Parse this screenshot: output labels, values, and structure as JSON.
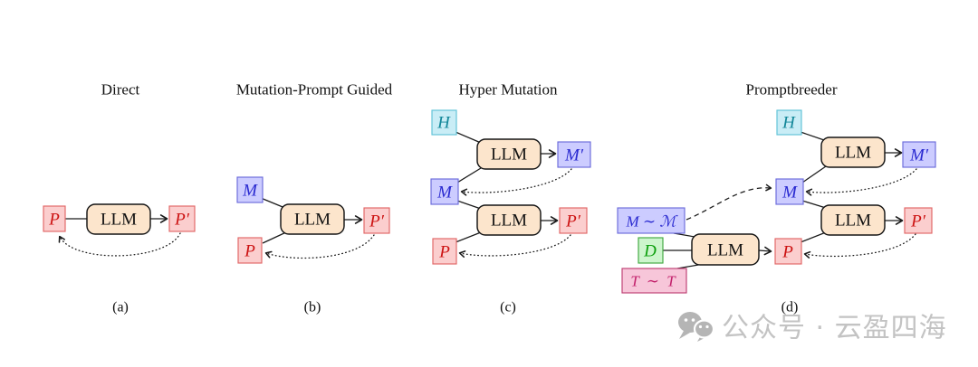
{
  "panels": [
    {
      "id": "a",
      "title": "Direct",
      "caption": "(a)"
    },
    {
      "id": "b",
      "title": "Mutation-Prompt Guided",
      "caption": "(b)"
    },
    {
      "id": "c",
      "title": "Hyper Mutation",
      "caption": "(c)"
    },
    {
      "id": "d",
      "title": "Promptbreeder",
      "caption": "(d)"
    }
  ],
  "nodes": {
    "llm": "LLM",
    "p": "P",
    "p_prime": "P′",
    "m": "M",
    "m_prime": "M′",
    "h": "H",
    "d": "D",
    "m_sample": {
      "text": "M ∼ ℳ"
    },
    "t_sample": {
      "text": "T ∼ 𝒯",
      "display": "T ∼ T"
    }
  },
  "colors": {
    "prompt_fill": "#FBCECE",
    "prompt_border": "#E06666",
    "prompt_text": "#CC1111",
    "mutation_fill": "#CCCCFF",
    "mutation_border": "#6B6BDB",
    "mutation_text": "#2A2AD0",
    "hyper_fill": "#C9EDF6",
    "hyper_border": "#5FC3D8",
    "hyper_text": "#128799",
    "task_fill": "#CDF5CD",
    "task_border": "#3FA83F",
    "task_text": "#0B9E0B",
    "tset_fill": "#F7C6D9",
    "tset_border": "#BE3D72",
    "tset_text": "#C2206B",
    "llm_fill": "#FCE5CC",
    "llm_border": "#151515",
    "edge": "#1A1A1A",
    "watermark": "#C3C3C3",
    "watermark_icon": "#B5B5B5"
  },
  "watermark": {
    "text": "公众号 · 云盈四海"
  }
}
